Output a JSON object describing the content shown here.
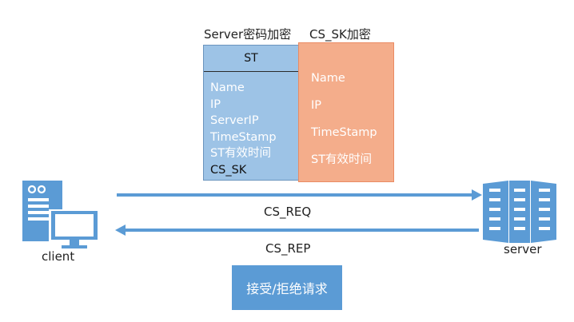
{
  "titles": {
    "st_encryption": "Server密码加密",
    "sk_encryption": "CS_SK加密"
  },
  "st_box": {
    "header": "ST",
    "items": [
      "Name",
      "IP",
      "ServerIP",
      "TimeStamp",
      "ST有效时间",
      "CS_SK"
    ]
  },
  "sk_box": {
    "items": [
      "Name",
      "IP",
      "TimeStamp",
      "ST有效时间"
    ]
  },
  "client": {
    "label": "client"
  },
  "server": {
    "label": "server"
  },
  "arrows": {
    "request": "CS_REQ",
    "reply": "CS_REP"
  },
  "result": {
    "label": "接受/拒绝请求"
  },
  "colors": {
    "st_fill": "#9dc3e6",
    "sk_fill": "#f4ad8b",
    "arrow": "#5b9bd5",
    "icon": "#5b9bd5"
  }
}
